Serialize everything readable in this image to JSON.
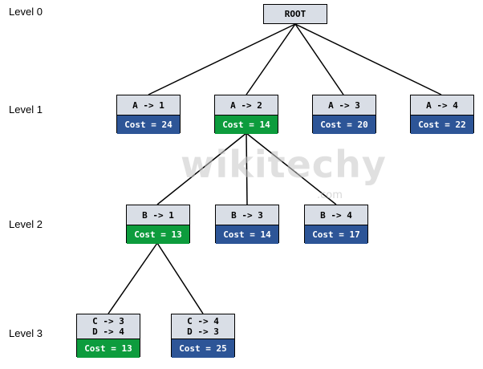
{
  "levels": [
    "Level 0",
    "Level 1",
    "Level 2",
    "Level 3"
  ],
  "root": "ROOT",
  "level1": [
    {
      "label": "A -> 1",
      "cost": "Cost = 24",
      "status": "blue"
    },
    {
      "label": "A -> 2",
      "cost": "Cost = 14",
      "status": "green"
    },
    {
      "label": "A -> 3",
      "cost": "Cost = 20",
      "status": "blue"
    },
    {
      "label": "A -> 4",
      "cost": "Cost = 22",
      "status": "blue"
    }
  ],
  "level2": [
    {
      "label": "B -> 1",
      "cost": "Cost = 13",
      "status": "green"
    },
    {
      "label": "B -> 3",
      "cost": "Cost = 14",
      "status": "blue"
    },
    {
      "label": "B -> 4",
      "cost": "Cost = 17",
      "status": "blue"
    }
  ],
  "level3": [
    {
      "line1": "C -> 3",
      "line2": "D -> 4",
      "cost": "Cost = 13",
      "status": "green"
    },
    {
      "line1": "C -> 4",
      "line2": "D -> 3",
      "cost": "Cost = 25",
      "status": "blue"
    }
  ],
  "watermark": {
    "main": "wikitechy",
    "sub": ".com"
  },
  "colors": {
    "green": "#0d9c3d",
    "blue": "#2d5597",
    "node_bg": "#d9dee6"
  }
}
